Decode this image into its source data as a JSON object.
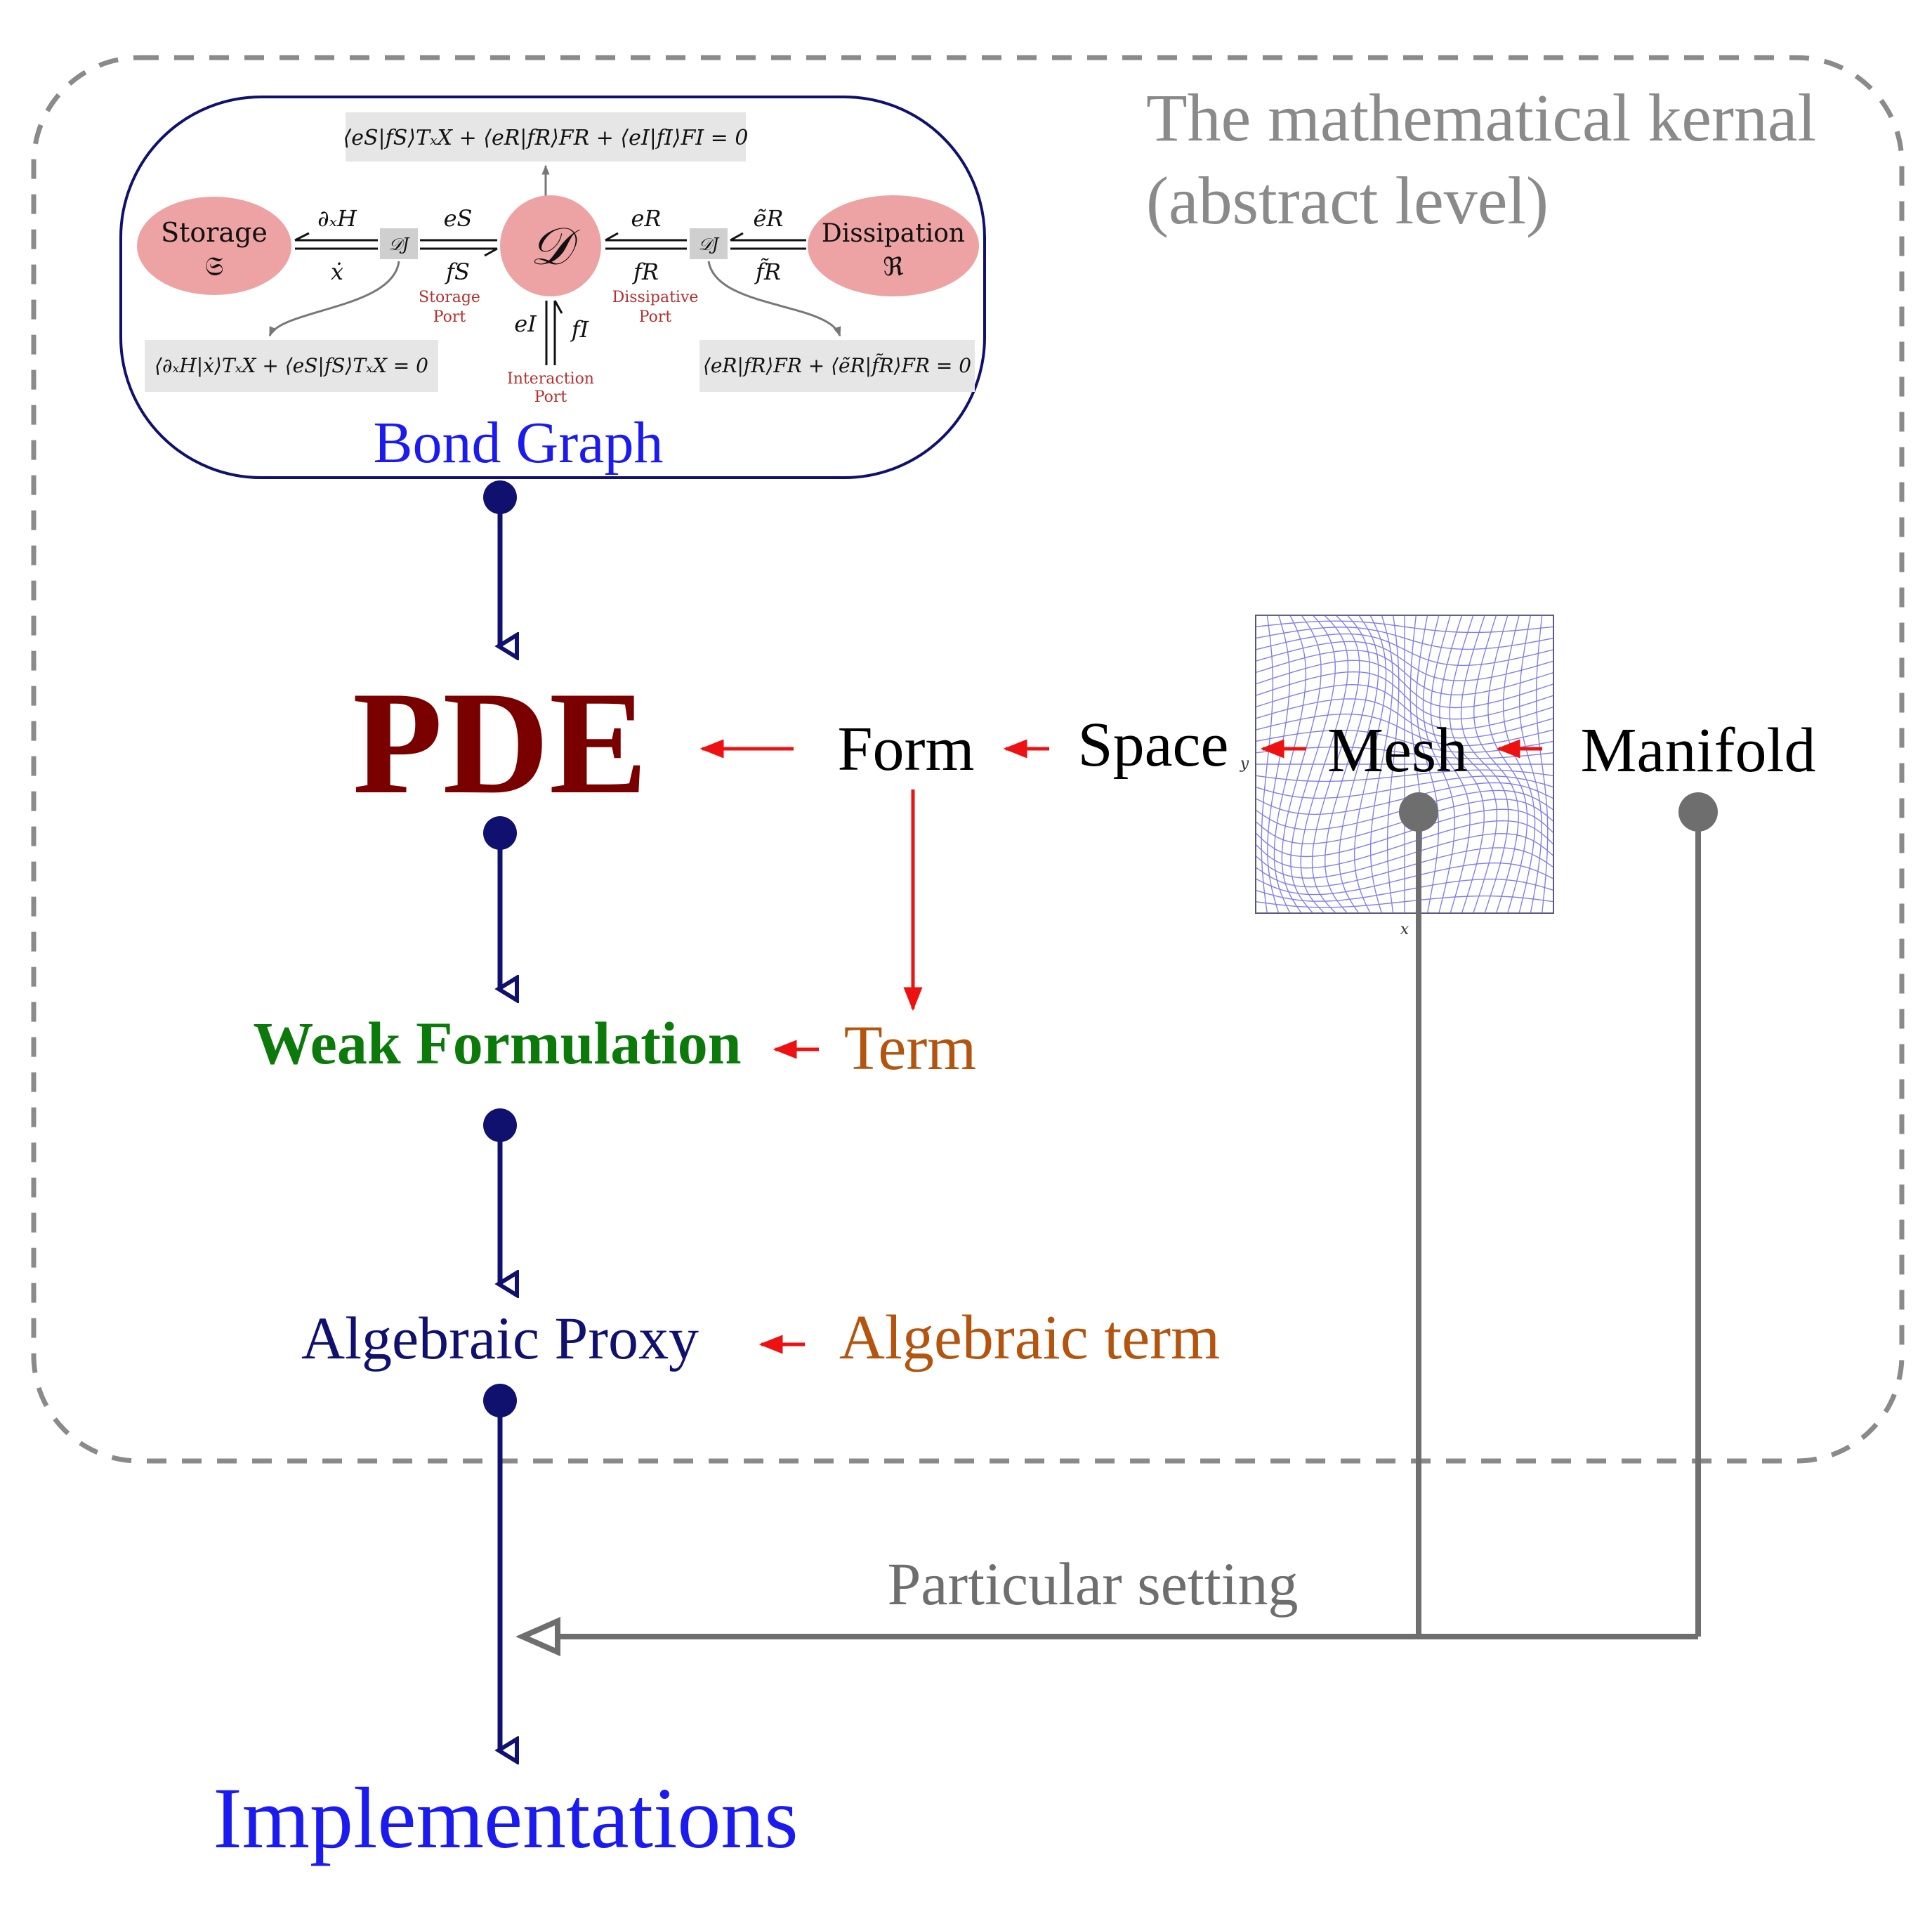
{
  "kernel": {
    "title_line1": "The mathematical kernal",
    "title_line2": "(abstract level)"
  },
  "bond_graph": {
    "label": "Bond Graph",
    "storage": {
      "name": "Storage",
      "symbol": "𝔖"
    },
    "dissipation": {
      "name": "Dissipation",
      "symbol": "ℜ"
    },
    "junction_center": "𝒟",
    "junction_left": "𝒟J",
    "junction_right": "𝒟J",
    "bond1_top": "∂ₓH",
    "bond1_bottom": "ẋ",
    "bond2_top": "eS",
    "bond2_bottom": "fS",
    "bond3_top": "eR",
    "bond3_bottom": "fR",
    "bond4_top": "ẽR",
    "bond4_bottom": "f̃R",
    "bond_vertical_left": "eI",
    "bond_vertical_right": "fI",
    "storage_port_line1": "Storage",
    "storage_port_line2": "Port",
    "dissipative_port_line1": "Dissipative",
    "dissipative_port_line2": "Port",
    "interaction_port_line1": "Interaction",
    "interaction_port_line2": "Port",
    "eq_top": "⟨eS|fS⟩TₓX + ⟨eR|fR⟩FR + ⟨eI|fI⟩FI = 0",
    "eq_left": "⟨∂ₓH|ẋ⟩TₓX + ⟨eS|fS⟩TₓX = 0",
    "eq_right": "⟨eR|fR⟩FR + ⟨ẽR|f̃R⟩FR = 0"
  },
  "nodes": {
    "pde": "PDE",
    "weak_formulation": "Weak Formulation",
    "algebraic_proxy": "Algebraic Proxy",
    "implementations": "Implementations",
    "form": "Form",
    "space": "Space",
    "mesh": "Mesh",
    "manifold": "Manifold",
    "term": "Term",
    "algebraic_term": "Algebraic term",
    "particular_setting": "Particular setting"
  },
  "mesh_plot": {
    "xlabel": "x",
    "ylabel": "y"
  },
  "colors": {
    "dark_blue": "#10106e",
    "bright_blue": "#1b1bf0",
    "pde_red": "#7a0000",
    "green": "#0b7a0b",
    "brown": "#b3540f",
    "red": "#ee1111",
    "grey": "#6e6e6e",
    "light_grey": "#8a8a8a",
    "pink": "#eda3a3"
  }
}
